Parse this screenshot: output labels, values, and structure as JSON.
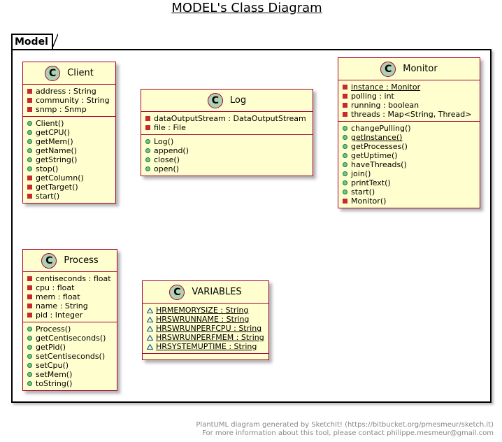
{
  "title": "MODEL's Class Diagram",
  "package": {
    "name": "Model"
  },
  "classes": {
    "client": {
      "icon": "C",
      "name": "Client",
      "attributes": [
        {
          "vis": "private",
          "text": "address : String",
          "static": false
        },
        {
          "vis": "private",
          "text": "community : String",
          "static": false
        },
        {
          "vis": "private",
          "text": "snmp : Snmp",
          "static": false
        }
      ],
      "methods": [
        {
          "vis": "public",
          "text": "Client()",
          "static": false
        },
        {
          "vis": "public",
          "text": "getCPU()",
          "static": false
        },
        {
          "vis": "public",
          "text": "getMem()",
          "static": false
        },
        {
          "vis": "public",
          "text": "getName()",
          "static": false
        },
        {
          "vis": "public",
          "text": "getString()",
          "static": false
        },
        {
          "vis": "public",
          "text": "stop()",
          "static": false
        },
        {
          "vis": "private",
          "text": "getColumn()",
          "static": false
        },
        {
          "vis": "private",
          "text": "getTarget()",
          "static": false
        },
        {
          "vis": "private",
          "text": "start()",
          "static": false
        }
      ]
    },
    "log": {
      "icon": "C",
      "name": "Log",
      "attributes": [
        {
          "vis": "private",
          "text": "dataOutputStream : DataOutputStream",
          "static": false
        },
        {
          "vis": "private",
          "text": "file : File",
          "static": false
        }
      ],
      "methods": [
        {
          "vis": "public",
          "text": "Log()",
          "static": false
        },
        {
          "vis": "public",
          "text": "append()",
          "static": false
        },
        {
          "vis": "public",
          "text": "close()",
          "static": false
        },
        {
          "vis": "public",
          "text": "open()",
          "static": false
        }
      ]
    },
    "monitor": {
      "icon": "C",
      "name": "Monitor",
      "attributes": [
        {
          "vis": "private",
          "text": "instance : Monitor",
          "static": true
        },
        {
          "vis": "private",
          "text": "polling : int",
          "static": false
        },
        {
          "vis": "private",
          "text": "running : boolean",
          "static": false
        },
        {
          "vis": "private",
          "text": "threads : Map<String, Thread>",
          "static": false
        }
      ],
      "methods": [
        {
          "vis": "public",
          "text": "changePulling()",
          "static": false
        },
        {
          "vis": "public",
          "text": "getInstance()",
          "static": true
        },
        {
          "vis": "public",
          "text": "getProcesses()",
          "static": false
        },
        {
          "vis": "public",
          "text": "getUptime()",
          "static": false
        },
        {
          "vis": "public",
          "text": "haveThreads()",
          "static": false
        },
        {
          "vis": "public",
          "text": "join()",
          "static": false
        },
        {
          "vis": "public",
          "text": "printText()",
          "static": false
        },
        {
          "vis": "public",
          "text": "start()",
          "static": false
        },
        {
          "vis": "private",
          "text": "Monitor()",
          "static": false
        }
      ]
    },
    "process": {
      "icon": "C",
      "name": "Process",
      "attributes": [
        {
          "vis": "private",
          "text": "centiseconds : float",
          "static": false
        },
        {
          "vis": "private",
          "text": "cpu : float",
          "static": false
        },
        {
          "vis": "private",
          "text": "mem : float",
          "static": false
        },
        {
          "vis": "private",
          "text": "name : String",
          "static": false
        },
        {
          "vis": "private",
          "text": "pid : Integer",
          "static": false
        }
      ],
      "methods": [
        {
          "vis": "public",
          "text": "Process()",
          "static": false
        },
        {
          "vis": "public",
          "text": "getCentiseconds()",
          "static": false
        },
        {
          "vis": "public",
          "text": "getPid()",
          "static": false
        },
        {
          "vis": "public",
          "text": "setCentiseconds()",
          "static": false
        },
        {
          "vis": "public",
          "text": "setCpu()",
          "static": false
        },
        {
          "vis": "public",
          "text": "setMem()",
          "static": false
        },
        {
          "vis": "public",
          "text": "toString()",
          "static": false
        }
      ]
    },
    "variables": {
      "icon": "C",
      "name": "VARIABLES",
      "attributes": [
        {
          "vis": "package",
          "text": "HRMEMORYSIZE : String",
          "static": true
        },
        {
          "vis": "package",
          "text": "HRSWRUNNAME : String",
          "static": true
        },
        {
          "vis": "package",
          "text": "HRSWRUNPERFCPU : String",
          "static": true
        },
        {
          "vis": "package",
          "text": "HRSWRUNPERFMEM : String",
          "static": true
        },
        {
          "vis": "package",
          "text": "HRSYSTEMUPTIME : String",
          "static": true
        }
      ],
      "methods": []
    }
  },
  "footer": {
    "line1": "PlantUML diagram generated by SketchIt! (https://bitbucket.org/pmesmeur/sketch.it)",
    "line2": "For more information about this tool, please contact philippe.mesmeur@gmail.com"
  }
}
